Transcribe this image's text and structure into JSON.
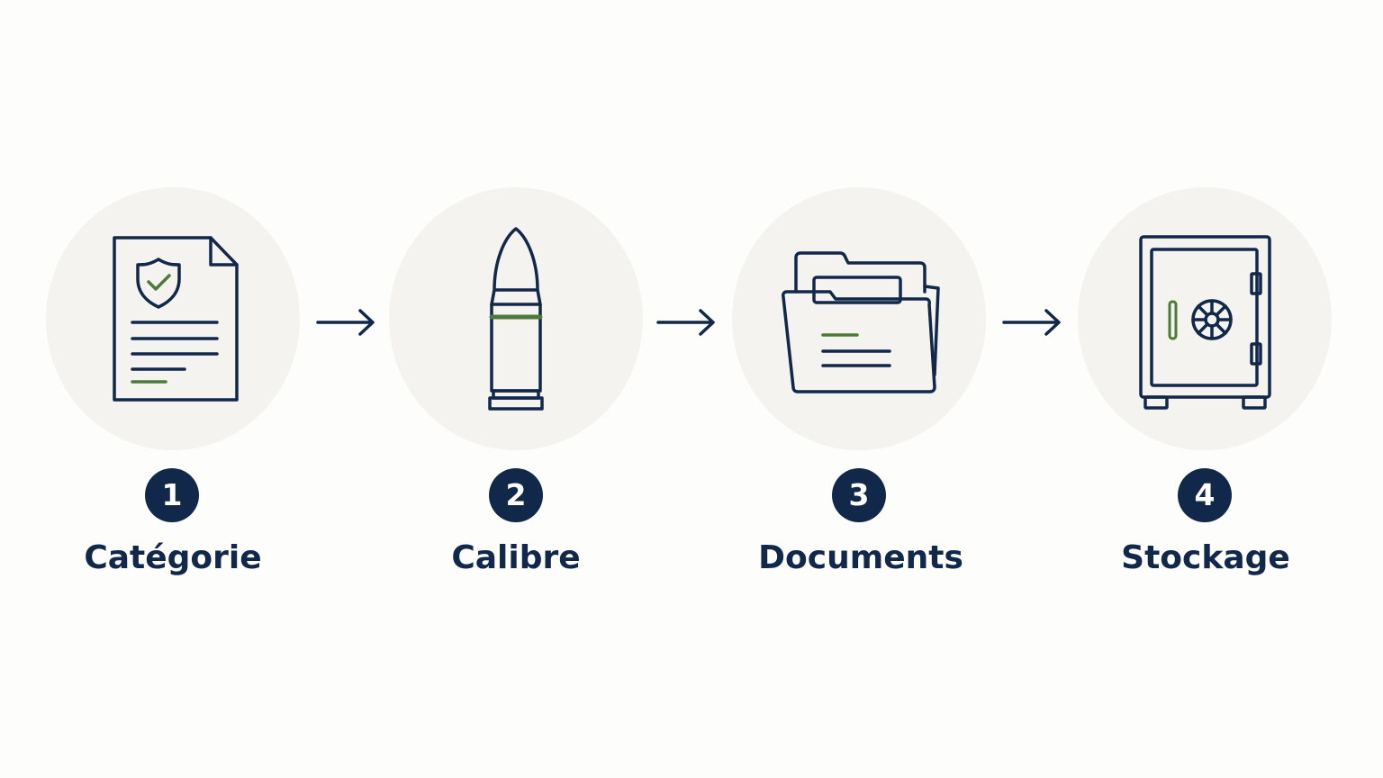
{
  "colors": {
    "ink": "#11284a",
    "accent": "#4d7a3a",
    "circle_bg": "#f4f3f0",
    "page_bg": "#fdfdfc"
  },
  "steps": [
    {
      "number": "1",
      "label": "Catégorie",
      "icon": "shield-document-icon"
    },
    {
      "number": "2",
      "label": "Calibre",
      "icon": "bullet-cartridge-icon"
    },
    {
      "number": "3",
      "label": "Documents",
      "icon": "folder-documents-icon"
    },
    {
      "number": "4",
      "label": "Stockage",
      "icon": "safe-icon"
    }
  ],
  "connectors": [
    "arrow-right-icon",
    "arrow-right-icon",
    "arrow-right-icon"
  ]
}
